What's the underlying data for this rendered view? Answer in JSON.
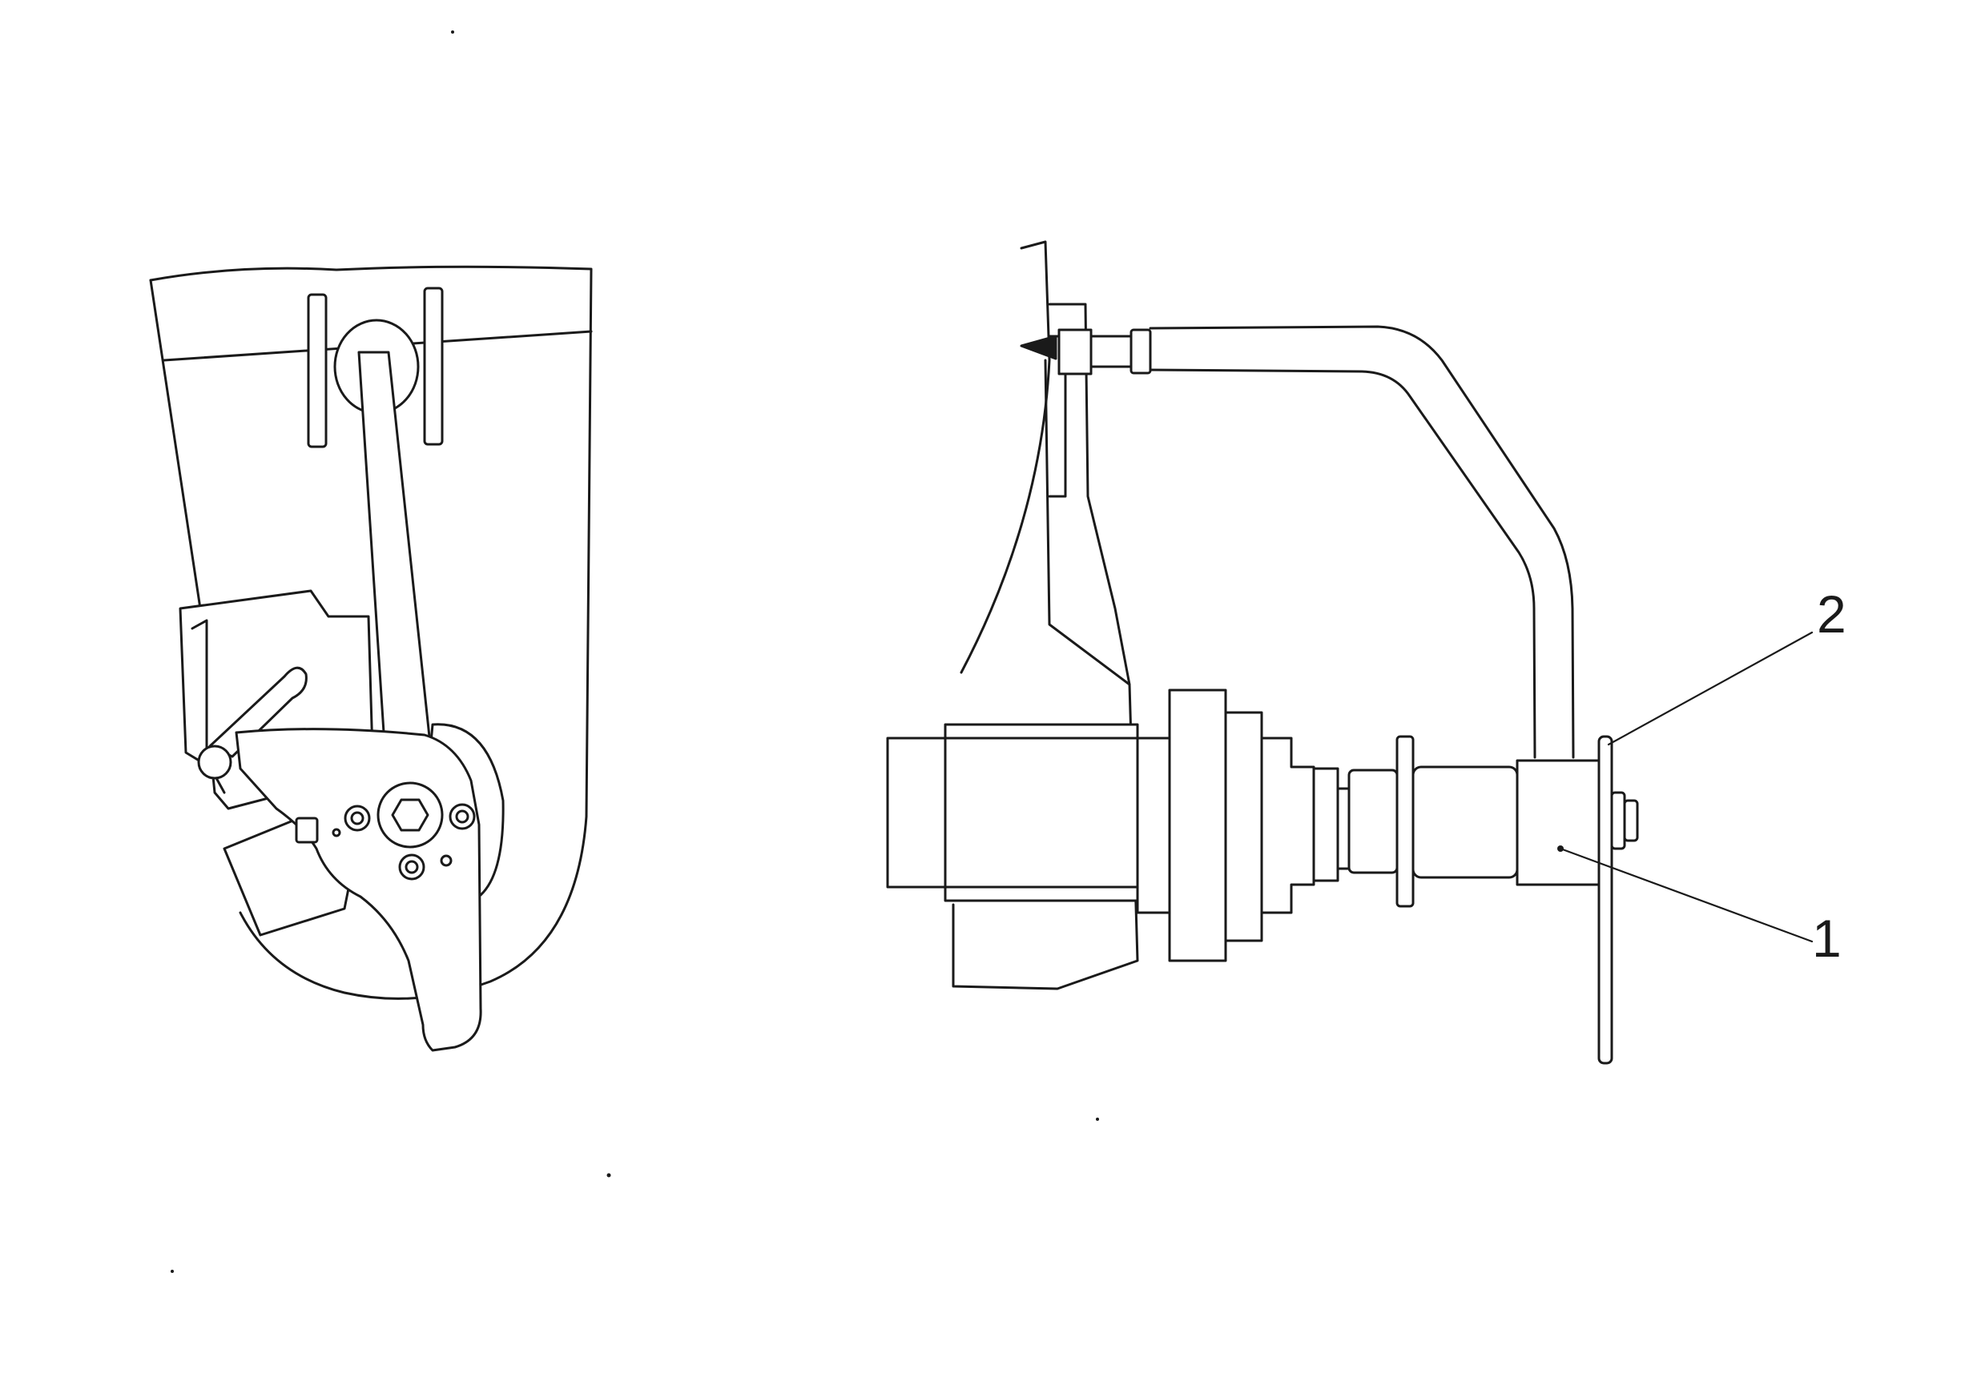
{
  "callouts": [
    {
      "id": "1",
      "text": "1"
    },
    {
      "id": "2",
      "text": "2"
    }
  ],
  "colors": {
    "line": "#1a1a1a",
    "background": "#ffffff"
  }
}
